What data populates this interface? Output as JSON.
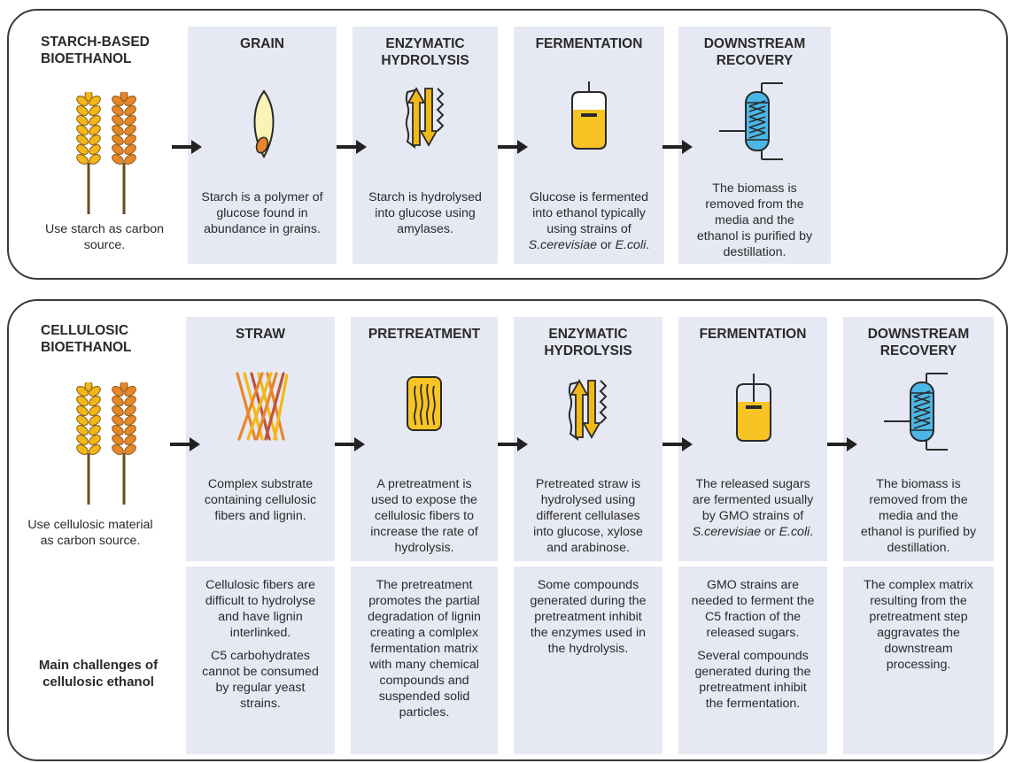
{
  "starch": {
    "title_line1": "STARCH-BASED",
    "title_line2": "BIOETHANOL",
    "side_caption_line1": "Use starch as  carbon",
    "side_caption_line2": "source.",
    "columns": [
      {
        "header": [
          "GRAIN"
        ],
        "icon": "grain-seed-icon",
        "desc": [
          "Starch is a polymer of",
          "glucose found in",
          "abundance in grains."
        ]
      },
      {
        "header": [
          "ENZYMATIC",
          "HYDROLYSIS"
        ],
        "icon": "hydrolysis-icon",
        "desc": [
          "Starch is hydrolysed",
          "into glucose using",
          "amylases."
        ]
      },
      {
        "header": [
          "FERMENTATION"
        ],
        "icon": "fermenter-icon",
        "desc": [
          "Glucose is fermented",
          "into ethanol typically",
          "using strains of"
        ],
        "desc_italic_1": "S.cerevisiae",
        "desc_mid": " or ",
        "desc_italic_2": "E.coli",
        "desc_end": "."
      },
      {
        "header": [
          "DOWNSTREAM",
          "RECOVERY"
        ],
        "icon": "distillation-column-icon",
        "desc": [
          "The biomass is",
          "removed from the",
          "media and the",
          "ethanol is purified by",
          "destillation."
        ]
      }
    ]
  },
  "cellulosic": {
    "title_line1": "CELLULOSIC",
    "title_line2": "BIOETHANOL",
    "side_caption_line1": "Use cellulosic material",
    "side_caption_line2": "as carbon source.",
    "challenges_label_line1": "Main challenges of",
    "challenges_label_line2": "cellulosic ethanol",
    "columns": [
      {
        "header": [
          "STRAW"
        ],
        "icon": "straw-fibers-icon",
        "desc": [
          "Complex substrate",
          "containing cellulosic",
          "fibers and lignin."
        ],
        "challenge": [
          [
            "Cellulosic fibers are",
            "difficult to hydrolyse",
            "and have lignin",
            "interlinked."
          ],
          [
            "C5 carbohydrates",
            "cannot be consumed",
            "by regular yeast",
            "strains."
          ]
        ]
      },
      {
        "header": [
          "PRETREATMENT"
        ],
        "icon": "pretreatment-icon",
        "desc": [
          "A pretreatment is",
          "used to expose the",
          "cellulosic fibers to",
          "increase the rate of",
          "hydrolysis."
        ],
        "challenge": [
          [
            "The pretreatment",
            "promotes the partial",
            "degradation of lignin",
            "creating a comlplex",
            "fermentation matrix",
            "with many chemical",
            "compounds and",
            "suspended solid",
            "particles."
          ]
        ]
      },
      {
        "header": [
          "ENZYMATIC",
          "HYDROLYSIS"
        ],
        "icon": "hydrolysis-icon",
        "desc": [
          "Pretreated straw is",
          "hydrolysed using",
          "different cellulases",
          "into  glucose, xylose",
          "and arabinose."
        ],
        "challenge": [
          [
            "Some compounds",
            "generated during the",
            "pretreatment inhibit",
            "the enzymes used in",
            "the hydrolysis."
          ]
        ]
      },
      {
        "header": [
          "FERMENTATION"
        ],
        "icon": "fermenter-icon",
        "desc": [
          "The released sugars",
          "are fermented usually",
          "by GMO strains of"
        ],
        "desc_italic_1": "S.cerevisiae",
        "desc_mid": " or ",
        "desc_italic_2": "E.coli",
        "desc_end": ".",
        "challenge": [
          [
            "GMO strains are",
            "needed to ferment the",
            "C5 fraction of the",
            "released sugars."
          ],
          [
            "Several compounds",
            "generated during the",
            "pretreatment inhibit",
            "the fermentation."
          ]
        ]
      },
      {
        "header": [
          "DOWNSTREAM",
          "RECOVERY"
        ],
        "icon": "distillation-column-icon",
        "desc": [
          "The biomass is",
          "removed from the",
          "media and the",
          "ethanol is purified by",
          "destillation."
        ],
        "challenge": [
          [
            "The complex matrix",
            "resulting from the",
            "pretreatment step",
            "aggravates the",
            "downstream",
            "processing."
          ]
        ]
      }
    ]
  },
  "colors": {
    "column_fill": "#e6e9f3",
    "border": "#3a3a3a",
    "wheat_yellow": "#f2b817",
    "wheat_orange": "#e8862a",
    "fermenter_yellow": "#f7c423",
    "column_blue": "#4cb6e6"
  }
}
